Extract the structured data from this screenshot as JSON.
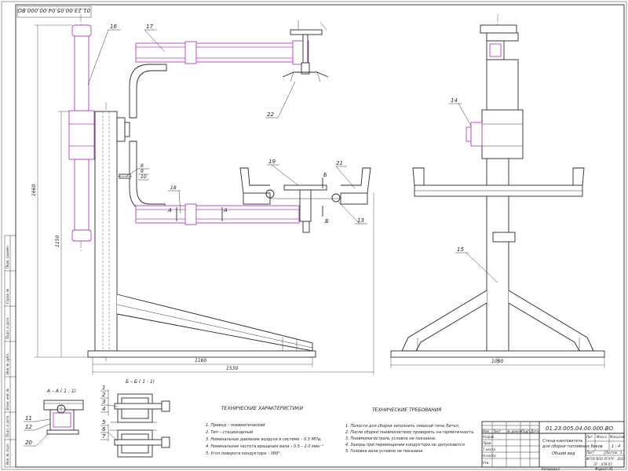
{
  "drawing_code_rotated": "01.23.00.05.04.00.000.ВО",
  "balloons": {
    "p16": "16",
    "p17": "17",
    "p22": "22",
    "p8": "8",
    "p9": "9",
    "p10": "10",
    "p18": "18",
    "p19": "19",
    "p21": "21",
    "p13": "13",
    "p14": "14",
    "p15": "15",
    "d1": "1",
    "d2": "2",
    "d3": "3",
    "d4": "4",
    "d5": "5",
    "d6": "6",
    "d7": "7",
    "d11": "11",
    "d12": "12",
    "d20": "20"
  },
  "dimensions": {
    "overall_height": "1660",
    "column_height": "1150",
    "base_length": "1160",
    "overall_length": "1530",
    "side_base": "1080"
  },
  "section_marks": {
    "a_left": "А",
    "a_right": "А",
    "b_top": "Б",
    "b_bottom": "Б",
    "section_aa": "А – А ( 1 : 1)",
    "section_bb": "Б – Б ( 1 : 1)"
  },
  "tech_characteristics": {
    "title": "ТЕХНИЧЕСКИЕ ХАРАКТЕРИСТИКИ",
    "items": [
      "1. Привод – пневматический",
      "2. Тип – стационарный",
      "3. Номинальное давление воздуха в системе – 0.5 МПа;",
      "4. Номинальная частота вращения вала – 0.5 – 2.0 мин⁻¹",
      "5. Угол поворота кондуктора – 360°."
    ]
  },
  "tech_requirements": {
    "title": "ТЕХНИЧЕСКИЕ ТРЕБОВАНИЯ",
    "items": [
      "1. Полости для сборки заполнить смазкой типа Литол;",
      "2. После сборки пневмосистему проверить на герметичность.",
      "3. Пневмомагистраль условно не показана.",
      "4. Зазоры при перемещении кондуктора не допускаются",
      "5. Головка вала условно не показана"
    ]
  },
  "title_block": {
    "code": "01.23.005.04.00.000.ВО",
    "name_lines": [
      "Стенд-кантователь",
      "для сборки топливных баков",
      "Общий вид"
    ],
    "lit_label": "Лит.",
    "mass_label": "Масса",
    "scale_label": "Масштаб",
    "scale": "1 : 4",
    "sheet_label": "Лист",
    "sheets_label": "Листов",
    "sheets": "1",
    "org_lines": [
      "ФГОУ ВПО УГАТУ – 2011",
      "ЭТ – 076.05"
    ],
    "row_labels": [
      "Изм",
      "Лист",
      "№ докум.",
      "Подп.",
      "Дата",
      "Разраб.",
      "Пров.",
      "Т.контр.",
      "Н.контр.",
      "Утв."
    ],
    "copied_label": "Копировал",
    "format_label": "Формат  А1"
  },
  "left_stamp_labels": [
    "Перв. примен.",
    "Справ. №",
    "Подп. и дата",
    "Инв. № дубл.",
    "Взам. инв. №",
    "Подп. и дата",
    "Инв. № подл."
  ]
}
